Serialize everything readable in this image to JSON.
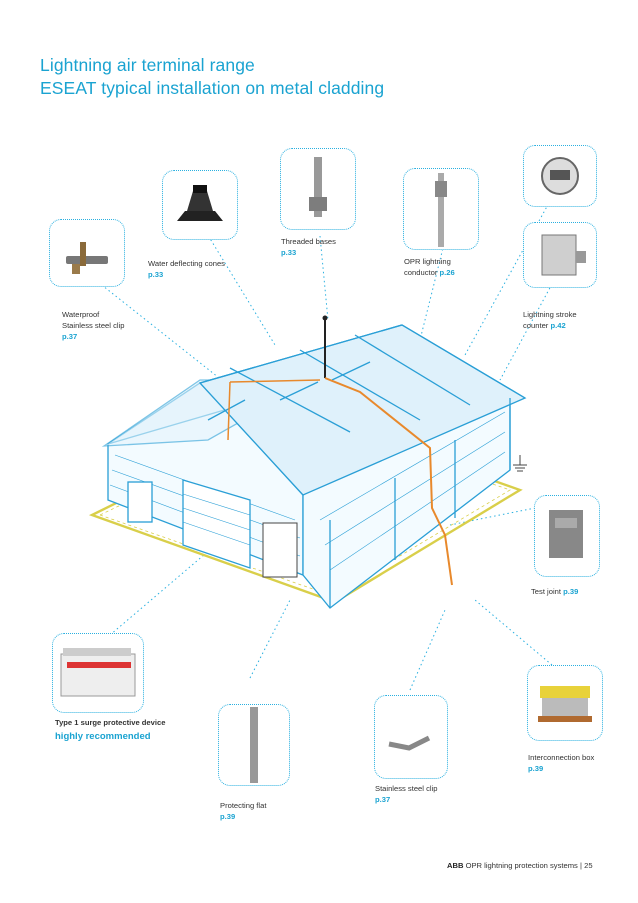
{
  "title": "Lightning air terminal range",
  "subtitle": "ESEAT typical installation on metal cladding",
  "components": {
    "waterproof_clip": {
      "name_line1": "Waterproof",
      "name_line2": "Stainless steel clip",
      "page": "p.37"
    },
    "water_cones": {
      "name": "Water deflecting cones",
      "page": "p.33"
    },
    "threaded_bases": {
      "name": "Threaded bases",
      "page": "p.33"
    },
    "opr_conductor": {
      "name_line1": "OPR lightning",
      "name_line2": "conductor",
      "page": "p.26"
    },
    "stroke_counter": {
      "name_line1": "Lightning stroke",
      "name_line2": "counter",
      "page": "p.42"
    },
    "test_joint": {
      "name": "Test joint",
      "page": "p.39"
    },
    "surge_device": {
      "name": "Type 1 surge protective device",
      "recommendation": "highly recommended"
    },
    "interconnection_box": {
      "name": "Interconnection box",
      "page": "p.39"
    },
    "stainless_clip": {
      "name": "Stainless steel clip",
      "page": "p.37"
    },
    "protecting_flat": {
      "name": "Protecting flat",
      "page": "p.39"
    }
  },
  "footer": {
    "brand": "ABB",
    "text": "OPR lightning protection systems",
    "separator": "|",
    "page_number": "25"
  },
  "colors": {
    "accent": "#1aa3d1",
    "building_line": "#2a9fd6",
    "conductor": "#e8892c",
    "ground_loop": "#d9cf4a"
  }
}
